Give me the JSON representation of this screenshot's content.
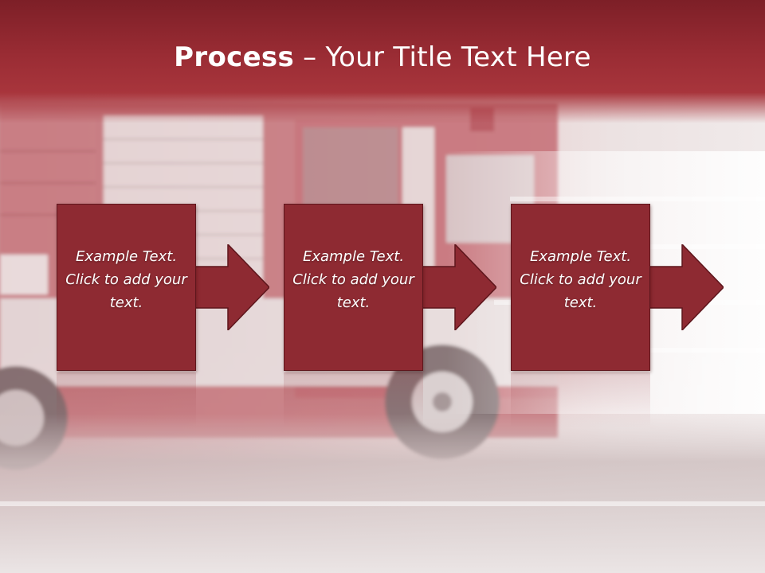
{
  "title": {
    "bold": "Process",
    "rest": " – Your Title Text Here"
  },
  "steps": [
    {
      "text": "Example Text. Click  to add your text."
    },
    {
      "text": "Example Text. Click  to add your text."
    },
    {
      "text": "Example Text. Click  to add your text."
    }
  ],
  "colors": {
    "box": "#8e2a32",
    "border": "#5e161c",
    "title_band": "#9a2c34"
  }
}
